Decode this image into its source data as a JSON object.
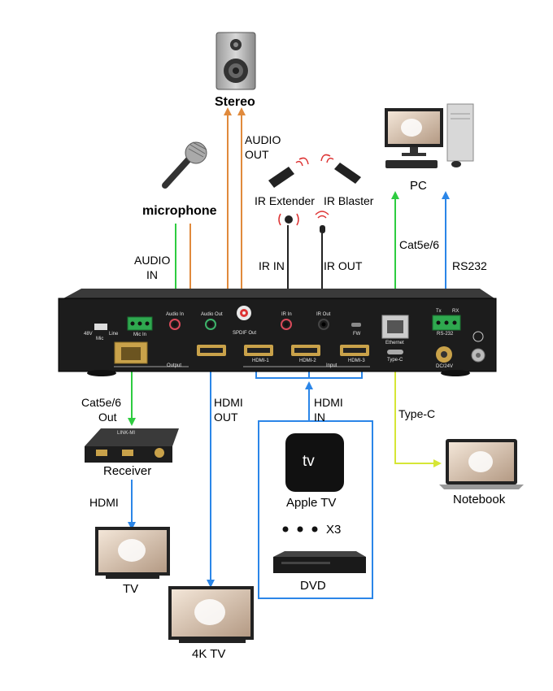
{
  "devices": {
    "stereo": "Stereo",
    "microphone": "microphone",
    "ir_extender": "IR Extender",
    "ir_blaster": "IR Blaster",
    "pc": "PC",
    "receiver": "Receiver",
    "tv": "TV",
    "tv_4k": "4K TV",
    "apple_tv": "Apple TV",
    "multiplier": "X3",
    "dvd": "DVD",
    "notebook": "Notebook"
  },
  "connections": {
    "audio_out": [
      "AUDIO",
      "OUT"
    ],
    "audio_in": [
      "AUDIO",
      "IN"
    ],
    "ir_in": "IR IN",
    "ir_out": "IR OUT",
    "cat_pc": "Cat5e/6",
    "rs232": "RS232",
    "cat_out": [
      "Cat5e/6",
      "Out"
    ],
    "hdmi_out": [
      "HDMI",
      "OUT"
    ],
    "hdmi_in": [
      "HDMI",
      "IN"
    ],
    "type_c": "Type-C",
    "hdmi_tv": "HDMI"
  },
  "panel": {
    "switch_48v": "48V",
    "switch_mic": "Mic",
    "switch_line": "Line",
    "mic_in": "Mic In",
    "audio_in_port": "Audio In",
    "audio_out_port": "Audio Out",
    "spdif": "SPDIF Out",
    "ir_in_port": "IR In",
    "ir_out_port": "IR Out",
    "fw": "FW",
    "ethernet": "Ethernet",
    "type_c_port": "Type-C",
    "rs232_port": "RS-232",
    "tx": "Tx",
    "rx": "RX",
    "hdmi1": "HDMI-1",
    "hdmi2": "HDMI-2",
    "hdmi3": "HDMI-3",
    "output": "Output",
    "input": "Input",
    "dc": "DC/24V",
    "apple_logo_text": "tv",
    "receiver_brand": "LINK-MI"
  },
  "colors": {
    "green_line": "#2ecc40",
    "blue_line": "#2b86e8",
    "orange_line": "#e08a3c",
    "yellow_line": "#d6e636",
    "panel": "#1c1c1c"
  }
}
